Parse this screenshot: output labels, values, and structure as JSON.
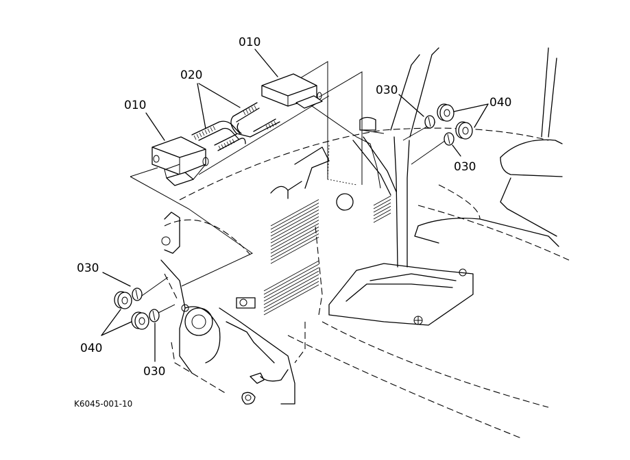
{
  "diagram": {
    "callouts": {
      "bracket_left": "010",
      "bracket_right": "010",
      "u_bolts": "020",
      "washer_top_left": "030",
      "nuts_top": "040",
      "washer_top_right": "030",
      "washer_left": "030",
      "nuts_left": "040",
      "washer_bottom": "030"
    },
    "drawing_code": "K6045-001-10"
  }
}
